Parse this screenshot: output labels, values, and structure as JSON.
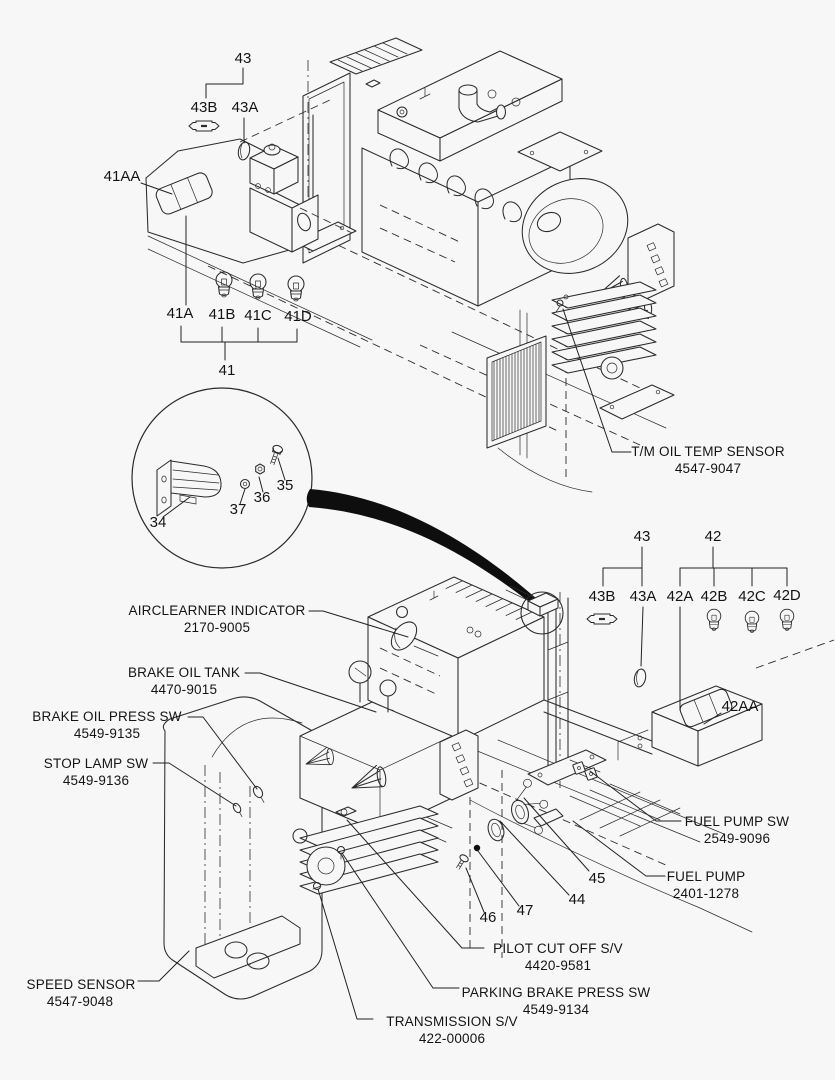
{
  "colors": {
    "background": "#f7f7f7",
    "ink": "#2b2b2b",
    "arrow": "#0e0e0e"
  },
  "callouts": {
    "c43_top": "43",
    "c43b_top": "43B",
    "c43a_top": "43A",
    "c41aa": "41AA",
    "c41a": "41A",
    "c41b": "41B",
    "c41c": "41C",
    "c41d": "41D",
    "c41": "41",
    "c34": "34",
    "c35": "35",
    "c36": "36",
    "c37": "37",
    "c43_mid": "43",
    "c42": "42",
    "c43b_mid": "43B",
    "c43a_mid": "43A",
    "c42a": "42A",
    "c42b": "42B",
    "c42c": "42C",
    "c42d": "42D",
    "c42aa": "42AA",
    "c44": "44",
    "c45": "45",
    "c46": "46",
    "c47": "47"
  },
  "parts": {
    "tm_oil_temp_sensor": {
      "name": "T/M OIL TEMP SENSOR",
      "part_no": "4547-9047"
    },
    "aircleaner_indicator": {
      "name": "AIRCLEARNER INDICATOR",
      "part_no": "2170-9005"
    },
    "brake_oil_tank": {
      "name": "BRAKE OIL TANK",
      "part_no": "4470-9015"
    },
    "brake_oil_press_sw": {
      "name": "BRAKE OIL PRESS SW",
      "part_no": "4549-9135"
    },
    "stop_lamp_sw": {
      "name": "STOP LAMP SW",
      "part_no": "4549-9136"
    },
    "speed_sensor": {
      "name": "SPEED SENSOR",
      "part_no": "4547-9048"
    },
    "fuel_pump_sw": {
      "name": "FUEL PUMP SW",
      "part_no": "2549-9096"
    },
    "fuel_pump": {
      "name": "FUEL PUMP",
      "part_no": "2401-1278"
    },
    "pilot_cut_off_sv": {
      "name": "PILOT CUT OFF S/V",
      "part_no": "4420-9581"
    },
    "parking_brake_press_sw": {
      "name": "PARKING BRAKE PRESS SW",
      "part_no": "4549-9134"
    },
    "transmission_sv": {
      "name": "TRANSMISSION S/V",
      "part_no": "422-00006"
    }
  }
}
